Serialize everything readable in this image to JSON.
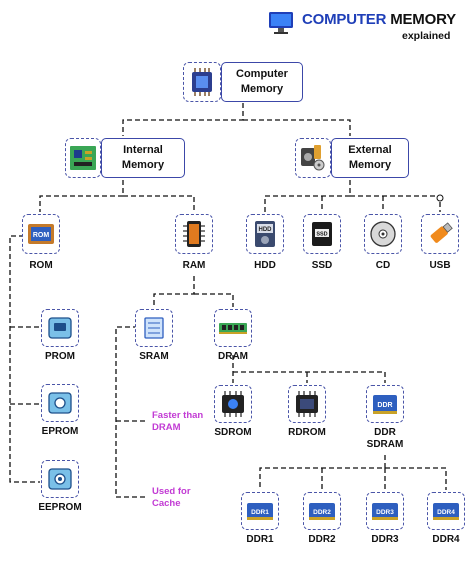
{
  "header": {
    "title_part1": "COMPUTER",
    "title_part2": "MEMORY",
    "subtitle": "explained"
  },
  "nodes": {
    "computer_memory": {
      "line1": "Computer",
      "line2": "Memory"
    },
    "internal_memory": {
      "line1": "Internal",
      "line2": "Memory"
    },
    "external_memory": {
      "line1": "External",
      "line2": "Memory"
    },
    "rom": "ROM",
    "ram": "RAM",
    "hdd": "HDD",
    "ssd": "SSD",
    "cd": "CD",
    "usb": "USB",
    "prom": "PROM",
    "eprom": "EPROM",
    "eeprom": "EEPROM",
    "sram": "SRAM",
    "dram": "DRAM",
    "sdrom": "SDROM",
    "rdrom": "RDROM",
    "ddr_sdram": {
      "line1": "DDR",
      "line2": "SDRAM"
    },
    "ddr1": "DDR1",
    "ddr2": "DDR2",
    "ddr3": "DDR3",
    "ddr4": "DDR4"
  },
  "notes": {
    "faster": {
      "line1": "Faster than",
      "line2": "DRAM"
    },
    "cache": {
      "line1": "Used for",
      "line2": "Cache"
    }
  },
  "icon_text": {
    "rom_chip": "ROM",
    "hdd": "HDD",
    "ssd": "SSD",
    "ddr": "DDR",
    "ddr1": "DDR1",
    "ddr2": "DDR2",
    "ddr3": "DDR3",
    "ddr4": "DDR4"
  },
  "colors": {
    "accent_blue": "#1f3fb8",
    "note_purple": "#c23bd4",
    "node_border": "#4a55a8"
  }
}
